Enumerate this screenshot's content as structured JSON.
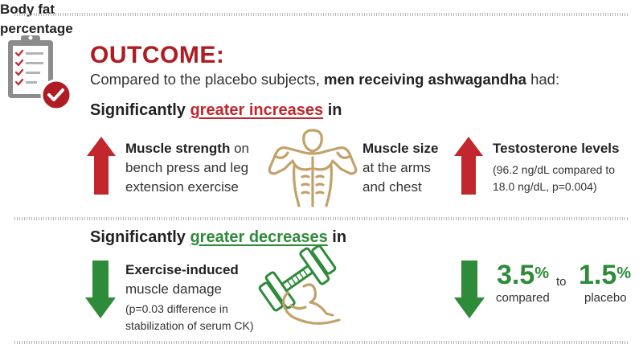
{
  "header": {
    "title": "OUTCOME:",
    "intro_prefix": "Compared to the placebo subjects, ",
    "intro_bold": "men receiving ashwagandha",
    "intro_suffix": " had:"
  },
  "increases": {
    "heading_prefix": "Significantly ",
    "heading_emph": "greater increases",
    "heading_suffix": " in",
    "items": [
      {
        "bold": "Muscle strength",
        "rest": " on bench press and leg extension exercise"
      },
      {
        "bold": "Muscle size",
        "rest": " at the arms and chest"
      },
      {
        "bold": "Testosterone levels",
        "note": "(96.2 ng/dL compared to 18.0 ng/dL, p=0.004)"
      }
    ]
  },
  "decreases": {
    "heading_prefix": "Significantly ",
    "heading_emph": "greater decreases",
    "heading_suffix": " in",
    "damage": {
      "bold": "Exercise-induced",
      "rest": "muscle damage",
      "note": "(p=0.03 difference in stabilization of serum CK)"
    },
    "fat": {
      "label": "Body fat percentage"
    },
    "comparison": {
      "value1": "3.5",
      "unit": "%",
      "caption1": "compared",
      "to": "to",
      "value2": "1.5",
      "caption2": "placebo"
    }
  },
  "icons": {
    "clipboard": "clipboard-checklist-icon",
    "muscle": "muscular-torso-icon",
    "dumbbell": "arm-dumbbell-icon",
    "up": "up-arrow-icon",
    "down": "down-arrow-icon"
  },
  "colors": {
    "red": "#c1272d",
    "dark_red": "#b01c23",
    "green": "#2e8b3a",
    "gold": "#c2a26a",
    "gray": "#8c8c8c"
  }
}
